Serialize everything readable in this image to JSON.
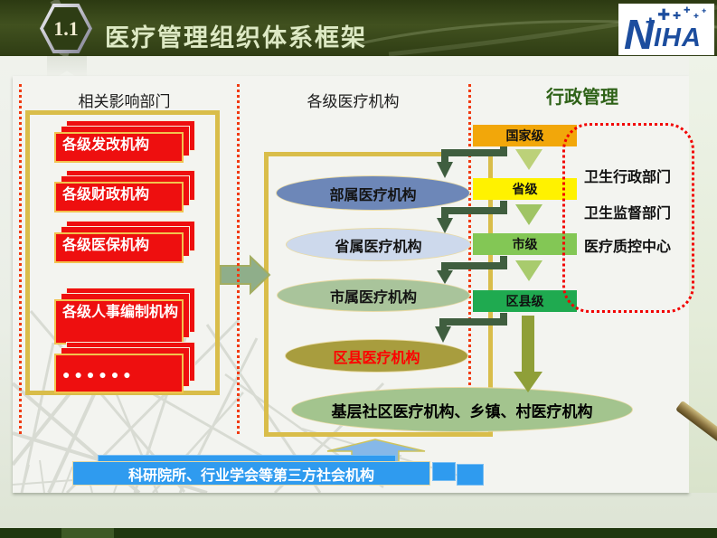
{
  "slide": {
    "badge": "1.1",
    "title": "医疗管理组织体系框架",
    "logo": {
      "n": "N",
      "rest": "IHA",
      "star": "✚"
    }
  },
  "left_column": {
    "title": "相关影响部门",
    "items": [
      "各级发改机构",
      "各级财政机构",
      "各级医保机构",
      "各级人事编制机构",
      "●●●●●●"
    ]
  },
  "middle_column": {
    "title": "各级医疗机构",
    "ellipses": [
      {
        "label": "部属医疗机构",
        "fill": "#6d87b8",
        "text_color": "#141414"
      },
      {
        "label": "省属医疗机构",
        "fill": "#cdd9ec",
        "text_color": "#141414"
      },
      {
        "label": "市属医疗机构",
        "fill": "#a9c49b",
        "text_color": "#141414"
      },
      {
        "label": "区县医疗机构",
        "fill": "#a89d3e",
        "text_color": "#fe0000"
      }
    ],
    "grassroots": {
      "label": "基层社区医疗机构、乡镇、村医疗机构",
      "fill": "#a3c48e"
    }
  },
  "admin_column": {
    "title": "行政管理",
    "levels": [
      {
        "label": "国家级",
        "fill": "#f2a70a"
      },
      {
        "label": "省级",
        "fill": "#fff200"
      },
      {
        "label": "市级",
        "fill": "#83c755"
      },
      {
        "label": "区县级",
        "fill": "#1faa50"
      }
    ],
    "departments": [
      "卫生行政部门",
      "卫生监督部门",
      "医疗质控中心"
    ]
  },
  "bottom_bar": {
    "label": "科研院所、行业学会等第三方社会机构"
  },
  "colors": {
    "header_bg": "#36451b",
    "title_text": "#dde9c4",
    "frame_border": "#d9bd4a",
    "dotted_line": "#f13a10",
    "banner_red": "#ee0f0f",
    "dashed_box": "#f20000",
    "connector_green": "#3f5e3f",
    "olive_arrow": "#8f9f38",
    "side_arrow": "#8fae8a",
    "up_arrow_blue": "#86b8e8",
    "bar_blue": "#2f9bef",
    "footer_bar": "#20380f",
    "admin_title": "#2f6218",
    "logo_blue": "#1c4d9e"
  }
}
